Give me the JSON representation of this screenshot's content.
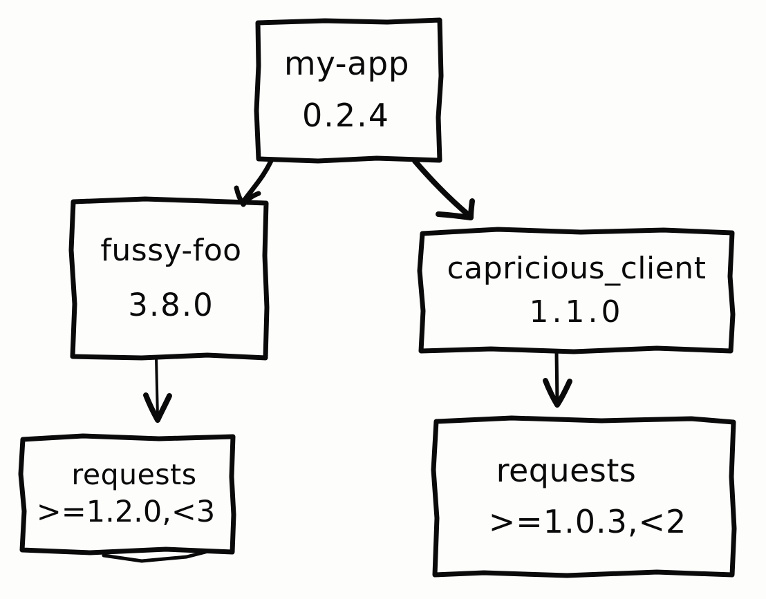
{
  "diagram": {
    "title": "dependency tree sketch",
    "style": "hand-drawn black marker on white paper",
    "ink_color": "#0a0a0a",
    "paper_color": "#fdfdfc",
    "nodes": [
      {
        "id": "root",
        "name": "my-app",
        "version": "0.2.4"
      },
      {
        "id": "fussy-foo",
        "name": "fussy-foo",
        "version": "3.8.0"
      },
      {
        "id": "capricious-client",
        "name": "capricious_client",
        "version": "1.1.0"
      },
      {
        "id": "requests-left",
        "name": "requests",
        "version": ">=1.2.0,<3"
      },
      {
        "id": "requests-right",
        "name": "requests",
        "version": ">=1.0.3,<2"
      }
    ],
    "edges": [
      {
        "id": "root-to-fussy-foo",
        "from": "my-app",
        "to": "fussy-foo",
        "shape": "curved-arrow"
      },
      {
        "id": "root-to-capricious-client",
        "from": "my-app",
        "to": "capricious_client",
        "shape": "curved-arrow"
      },
      {
        "id": "fussy-foo-to-requests",
        "from": "fussy-foo",
        "to": "requests",
        "shape": "straight-arrow"
      },
      {
        "id": "capricious-client-to-requests",
        "from": "capricious_client",
        "to": "requests",
        "shape": "straight-arrow"
      }
    ]
  }
}
